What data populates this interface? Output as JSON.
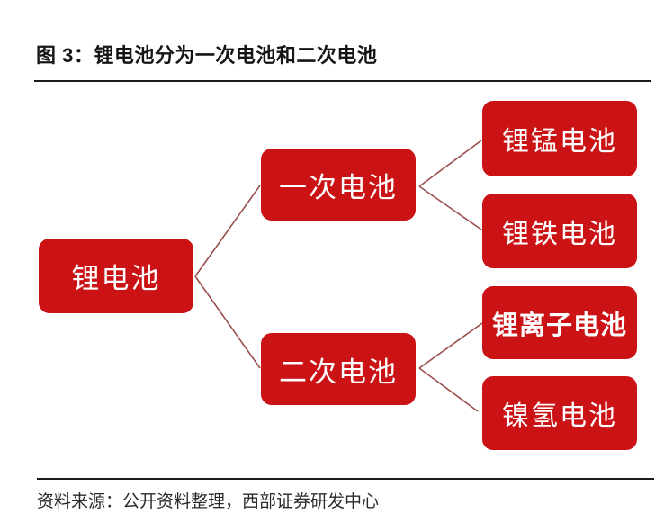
{
  "header": {
    "title": "图 3：锂电池分为一次电池和二次电池"
  },
  "diagram": {
    "colors": {
      "node_fill": "#CB1215",
      "node_text": "#FFFFFF",
      "connector": "#9B4E4E"
    },
    "root": {
      "label": "锂电池"
    },
    "branches": [
      {
        "label": "一次电池"
      },
      {
        "label": "二次电池"
      }
    ],
    "leaves": [
      {
        "label": "锂锰电池",
        "emphasis": false
      },
      {
        "label": "锂铁电池",
        "emphasis": false
      },
      {
        "label": "锂离子电池",
        "emphasis": true
      },
      {
        "label": "镍氢电池",
        "emphasis": false
      }
    ]
  },
  "footer": {
    "source": "资料来源：公开资料整理，西部证券研发中心"
  }
}
